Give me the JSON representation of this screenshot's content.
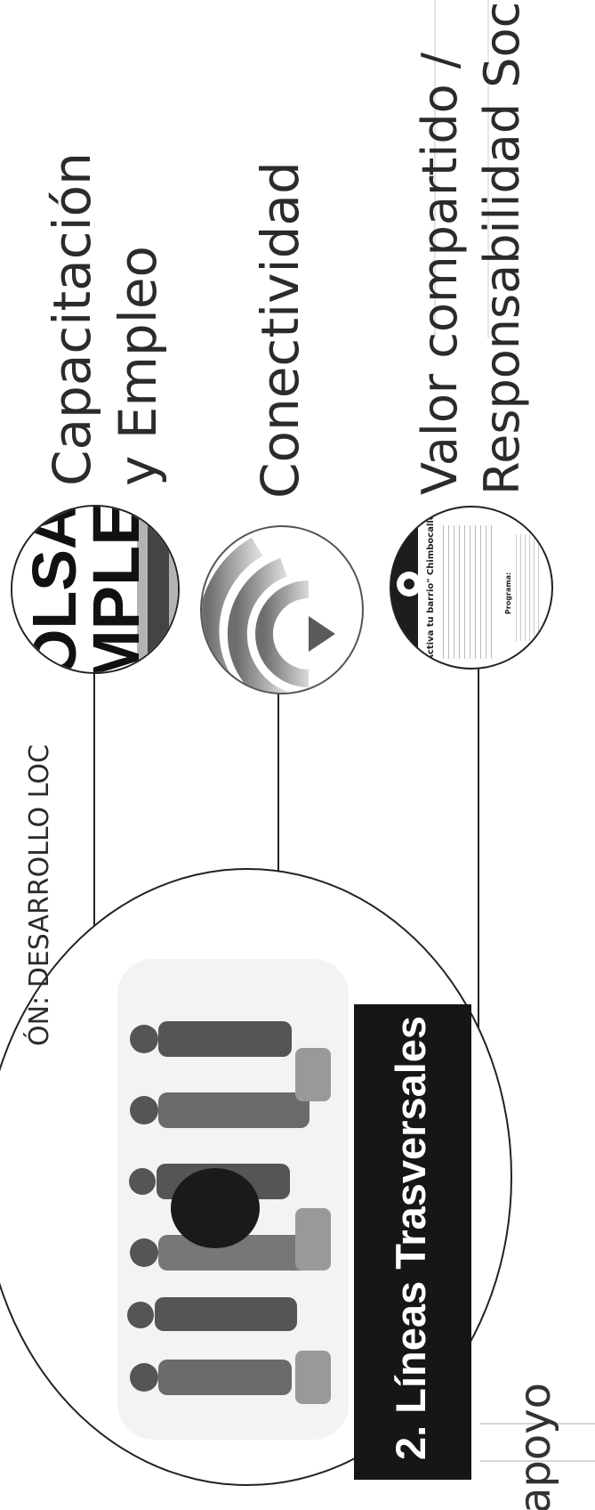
{
  "diagram": {
    "partial_header": "ÓN: DESARROLLO LOC",
    "main_badge": "2. Líneas Trasversales",
    "partial_bottom_word": "apoyo",
    "items": [
      {
        "icon": "bolsa-empleo-icon",
        "icon_text_top": "OLSA",
        "icon_text_bottom": "MPLE",
        "label_line1": "Capacitación",
        "label_line2": "y Empleo"
      },
      {
        "icon": "wifi-signal-icon",
        "label_line1": "Conectividad"
      },
      {
        "icon": "document-poster-icon",
        "poster_title": "\"Activa tu barrio\" Chimbocalle",
        "poster_heading": "Programa:",
        "label_line1": "Valor compartido /",
        "label_line2": "Responsabilidad Social"
      }
    ],
    "colors": {
      "text": "#2b2b2b",
      "badge_bg": "#161616",
      "badge_text": "#ffffff",
      "wifi_gradient": [
        "#6e6e6e",
        "#d9d9d9"
      ]
    }
  }
}
